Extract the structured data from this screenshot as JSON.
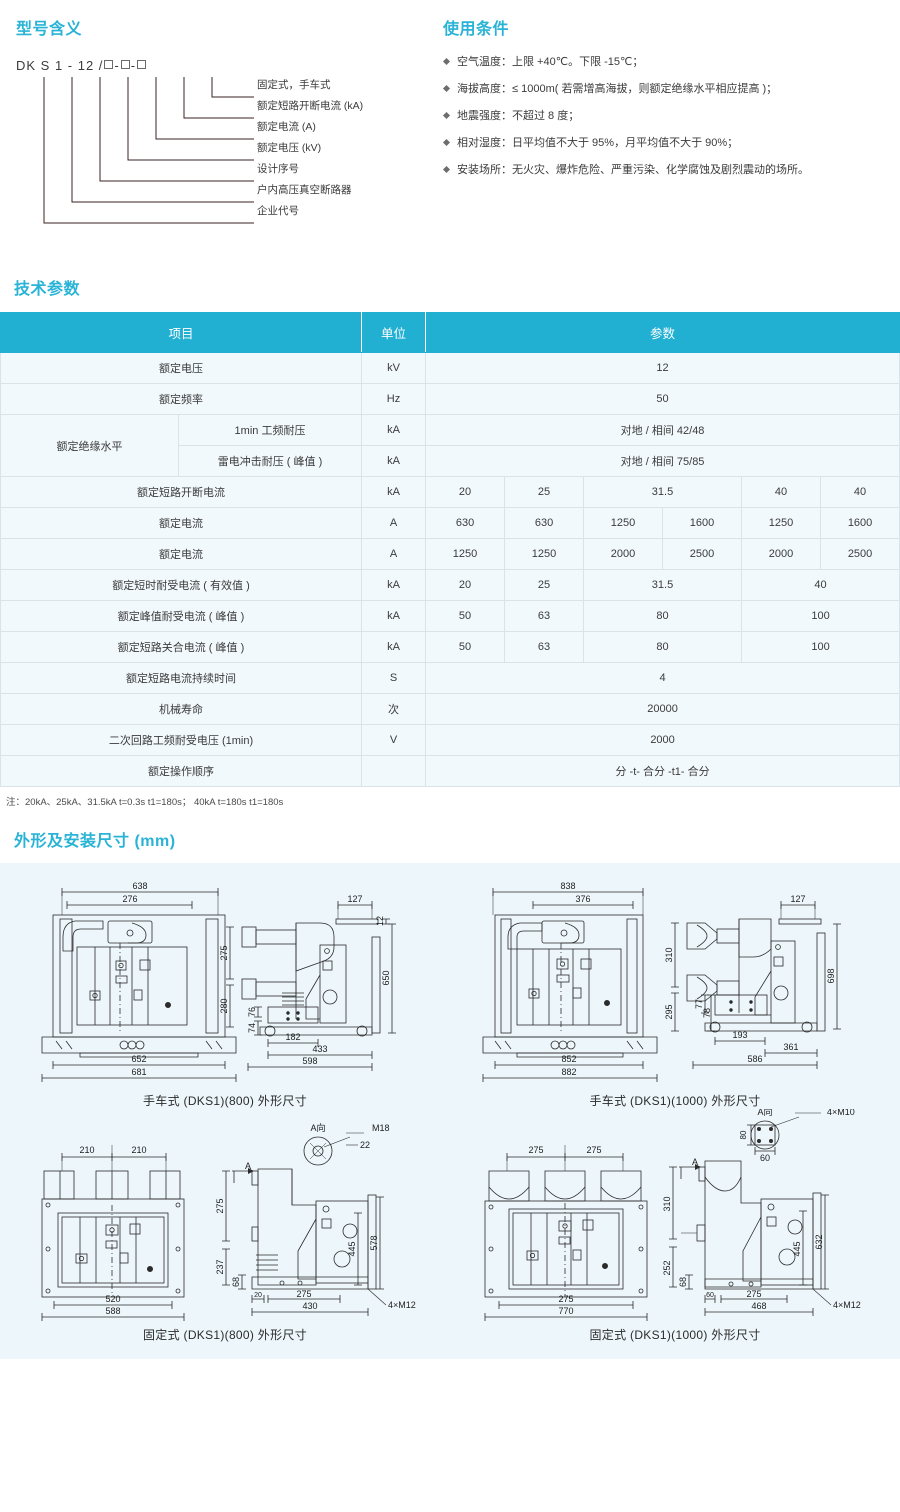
{
  "colors": {
    "accent": "#22b0d2",
    "drawing_bg": "#edf6fb",
    "table_row_bg": "#f2f9fc"
  },
  "model_section": {
    "heading": "型号含义",
    "code": "DK S 1 - 12 /",
    "labels": [
      "固定式，手车式",
      "额定短路开断电流 (kA)",
      "额定电流 (A)",
      "额定电压 (kV)",
      "设计序号",
      "户内高压真空断路器",
      "企业代号"
    ]
  },
  "conditions_section": {
    "heading": "使用条件",
    "items": [
      "空气温度：上限 +40℃。下限 -15℃；",
      "海拔高度：≤ 1000m( 若需增高海拔，则额定绝缘水平相应提高 )；",
      "地震强度：不超过 8 度；",
      "相对湿度：日平均值不大于 95%，月平均值不大于 90%；",
      "安装场所：无火灾、爆炸危险、严重污染、化学腐蚀及剧烈震动的场所。"
    ]
  },
  "spec_section": {
    "heading": "技术参数",
    "headers": {
      "item": "项目",
      "unit": "单位",
      "params": "参数"
    },
    "rows": [
      {
        "item": "额定电压",
        "unit": "kV",
        "values": [
          "12"
        ],
        "span": 6
      },
      {
        "item": "额定频率",
        "unit": "Hz",
        "values": [
          "50"
        ],
        "span": 6
      },
      {
        "item": "额定绝缘水平",
        "sub": "1min 工频耐压",
        "unit": "kA",
        "values": [
          "对地 / 相间 42/48"
        ],
        "span": 6
      },
      {
        "item": "",
        "sub": "雷电冲击耐压 ( 峰值 )",
        "unit": "kA",
        "values": [
          "对地 / 相间 75/85"
        ],
        "span": 6
      },
      {
        "item": "额定短路开断电流",
        "unit": "kA",
        "cells": [
          {
            "v": "20",
            "s": 1
          },
          {
            "v": "25",
            "s": 1
          },
          {
            "v": "31.5",
            "s": 2
          },
          {
            "v": "40",
            "s": 1
          },
          {
            "v": "40",
            "s": 1
          }
        ]
      },
      {
        "item": "额定电流",
        "unit": "A",
        "cells": [
          {
            "v": "630",
            "s": 1
          },
          {
            "v": "630",
            "s": 1
          },
          {
            "v": "1250",
            "s": 1
          },
          {
            "v": "1600",
            "s": 1
          },
          {
            "v": "1250",
            "s": 1
          },
          {
            "v": "1600",
            "s": 1
          }
        ]
      },
      {
        "item": "额定电流",
        "unit": "A",
        "cells": [
          {
            "v": "1250",
            "s": 1
          },
          {
            "v": "1250",
            "s": 1
          },
          {
            "v": "2000",
            "s": 1
          },
          {
            "v": "2500",
            "s": 1
          },
          {
            "v": "2000",
            "s": 1
          },
          {
            "v": "2500",
            "s": 1
          }
        ]
      },
      {
        "item": "额定短时耐受电流 ( 有效值 )",
        "unit": "kA",
        "cells": [
          {
            "v": "20",
            "s": 1
          },
          {
            "v": "25",
            "s": 1
          },
          {
            "v": "31.5",
            "s": 2
          },
          {
            "v": "40",
            "s": 2
          }
        ]
      },
      {
        "item": "额定峰值耐受电流 ( 峰值 )",
        "unit": "kA",
        "cells": [
          {
            "v": "50",
            "s": 1
          },
          {
            "v": "63",
            "s": 1
          },
          {
            "v": "80",
            "s": 2
          },
          {
            "v": "100",
            "s": 2
          }
        ]
      },
      {
        "item": "额定短路关合电流 ( 峰值 )",
        "unit": "kA",
        "cells": [
          {
            "v": "50",
            "s": 1
          },
          {
            "v": "63",
            "s": 1
          },
          {
            "v": "80",
            "s": 2
          },
          {
            "v": "100",
            "s": 2
          }
        ]
      },
      {
        "item": "额定短路电流持续时间",
        "unit": "S",
        "values": [
          "4"
        ],
        "span": 6
      },
      {
        "item": "机械寿命",
        "unit": "次",
        "values": [
          "20000"
        ],
        "span": 6
      },
      {
        "item": "二次回路工频耐受电压 (1min)",
        "unit": "V",
        "values": [
          "2000"
        ],
        "span": 6
      },
      {
        "item": "额定操作顺序",
        "unit": "",
        "values": [
          "分 -t- 合分 -t1- 合分"
        ],
        "span": 6
      }
    ],
    "note": "注：20kA、25kA、31.5kA  t=0.3s  t1=180s；  40kA t=180s  t1=180s"
  },
  "dimensions_section": {
    "heading": "外形及安装尺寸 (mm)",
    "drawings": [
      {
        "caption": "手车式 (DKS1)(800) 外形尺寸",
        "front_dims": [
          "638",
          "276",
          "652",
          "681"
        ],
        "side_dims": [
          "127",
          "12",
          "275",
          "280",
          "76",
          "74",
          "182",
          "433",
          "598",
          "650"
        ]
      },
      {
        "caption": "手车式 (DKS1)(1000) 外形尺寸",
        "front_dims": [
          "838",
          "376",
          "852",
          "882"
        ],
        "side_dims": [
          "127",
          "310",
          "295",
          "77",
          "78",
          "193",
          "361",
          "586",
          "698"
        ]
      },
      {
        "caption": "固定式 (DKS1)(800) 外形尺寸",
        "front_dims": [
          "210",
          "210",
          "520",
          "588"
        ],
        "side_dims": [
          "275",
          "237",
          "68",
          "20",
          "275",
          "430",
          "445",
          "578"
        ],
        "detail": [
          "A向",
          "M18",
          "22",
          "4×M12"
        ]
      },
      {
        "caption": "固定式 (DKS1)(1000) 外形尺寸",
        "front_dims": [
          "275",
          "275",
          "275",
          "770"
        ],
        "side_dims": [
          "310",
          "252",
          "68",
          "60",
          "275",
          "468",
          "445",
          "632"
        ],
        "detail": [
          "A向",
          "4×M10",
          "80",
          "60",
          "4×M12"
        ]
      }
    ]
  }
}
